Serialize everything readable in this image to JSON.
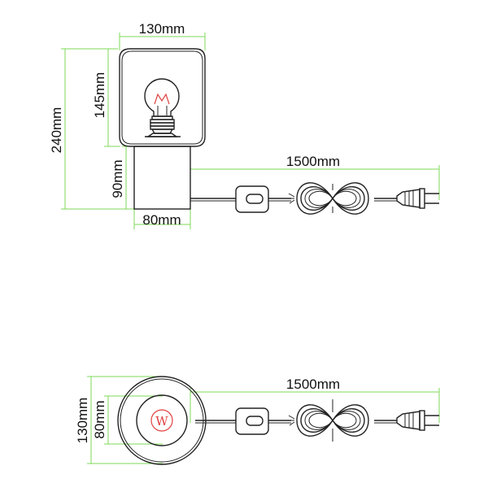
{
  "colors": {
    "dimension_line": "#7ed957",
    "outline": "#222222",
    "logo": "#e04040"
  },
  "side_view": {
    "width_shade": "130mm",
    "height_shade": "145mm",
    "height_total": "240mm",
    "height_base": "90mm",
    "width_base": "80mm",
    "cable_length": "1500mm"
  },
  "top_view": {
    "diameter_shade": "130mm",
    "diameter_base": "80mm",
    "cable_length": "1500mm",
    "logo_letter": "W"
  }
}
